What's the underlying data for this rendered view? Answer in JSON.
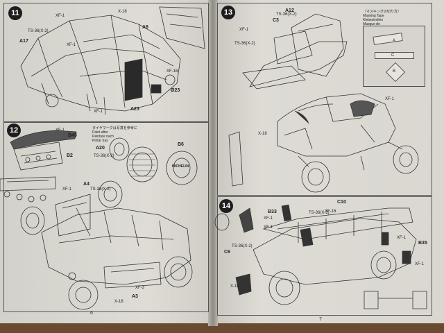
{
  "steps": [
    {
      "number": "11",
      "labels": {
        "a17": "A17",
        "a6": "A6",
        "a23": "A23",
        "b23": "Ø23",
        "small": [
          "TS-36(X-2)",
          "XF-1",
          "X-18",
          "XF-16",
          "XF-1",
          "XF-1"
        ]
      }
    },
    {
      "number": "12",
      "labels": {
        "b45": "B45",
        "b2": "B2",
        "a20": "A20",
        "b6": "B6",
        "a4": "A4",
        "a3": "A3",
        "small": [
          "XF-1",
          "TS-36(X-2)",
          "TS-36(X-2)",
          "XF-1",
          "XF-3",
          "X-18"
        ],
        "notes": [
          "タイヤマークは写真を参考に",
          "Paint after",
          "Peinture nach",
          "Pintar tras"
        ]
      }
    },
    {
      "number": "13",
      "labels": {
        "a12": "A12",
        "c3": "C3",
        "small": [
          "TS-36(X-2)",
          "XF-1",
          "TS-36(X-2)",
          "XF-1",
          "X-18"
        ],
        "notes": [
          "（マスキングの切り方）",
          "Masking Tape",
          "Klebestreifen",
          "Masque de"
        ],
        "mask_a": "A",
        "mask_c": "C",
        "mask_b": "B"
      }
    },
    {
      "number": "14",
      "labels": {
        "b33": "B33",
        "b35": "B35",
        "c10": "C10",
        "c6": "C6",
        "small": [
          "XF-1",
          "TS-36(X-2)",
          "XF-16",
          "XF-1",
          "TS-36(X-2)",
          "XF-1",
          "XF-1",
          "X-18"
        ]
      }
    }
  ],
  "page_numbers": {
    "left": "6",
    "right": "7"
  },
  "tire_text": "MICHELIN"
}
